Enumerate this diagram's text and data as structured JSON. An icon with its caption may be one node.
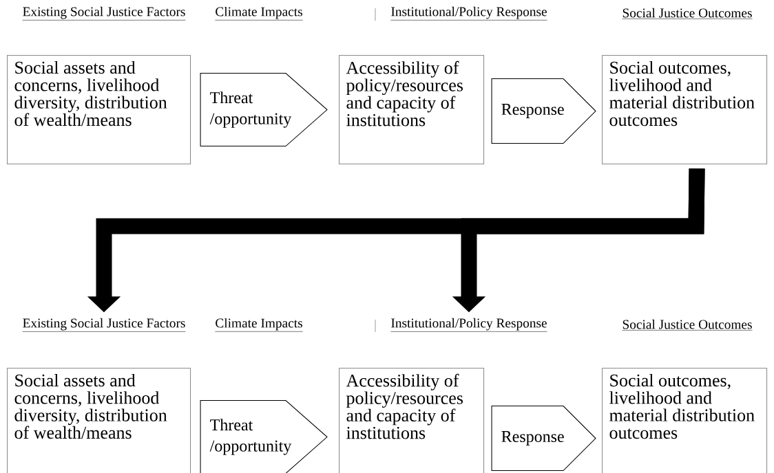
{
  "diagram": {
    "nodes": [
      {
        "text": [
          "Social assets and concerns, livelihood diversity, distribution of wealth/means"
        ]
      },
      {
        "text": [
          "Accessibility of policy/resources and capacity of institutions"
        ]
      },
      {
        "text": [
          "Social outcomes, livelihood and material distribution outcomes"
        ]
      },
      {
        "text": [
          "Existing Social Justice Factors"
        ]
      },
      {
        "text": [
          "Institutional/Policy Response"
        ]
      },
      {
        "text": [
          "Social assets and concerns, livelihood diversity, distribution of wealth/means"
        ]
      },
      {
        "text": [
          "Accessibility of policy/resources and capacity of institutions"
        ]
      },
      {
        "text": [
          "Social outcomes, livelihood and material distribution outcomes"
        ]
      }
    ],
    "edges": [
      {
        "from": 0,
        "to": 1,
        "arrow": "to",
        "label": "Threat /opportunity"
      },
      {
        "from": 1,
        "to": 2,
        "arrow": "to",
        "label": "Response"
      },
      {
        "from": 2,
        "to": 3,
        "arrow": "to"
      },
      {
        "from": 2,
        "to": 4,
        "arrow": "to"
      },
      {
        "from": 5,
        "to": 6,
        "arrow": "to",
        "label": "Threat /opportunity"
      },
      {
        "from": 6,
        "to": 7,
        "arrow": "to",
        "label": "Response"
      }
    ],
    "labels": [
      "Existing Social Justice Factors",
      "Climate Impacts",
      "Institutional/Policy Response",
      "Social Justice Outcomes",
      "Climate Impacts",
      "Social Justice Outcomes"
    ]
  }
}
